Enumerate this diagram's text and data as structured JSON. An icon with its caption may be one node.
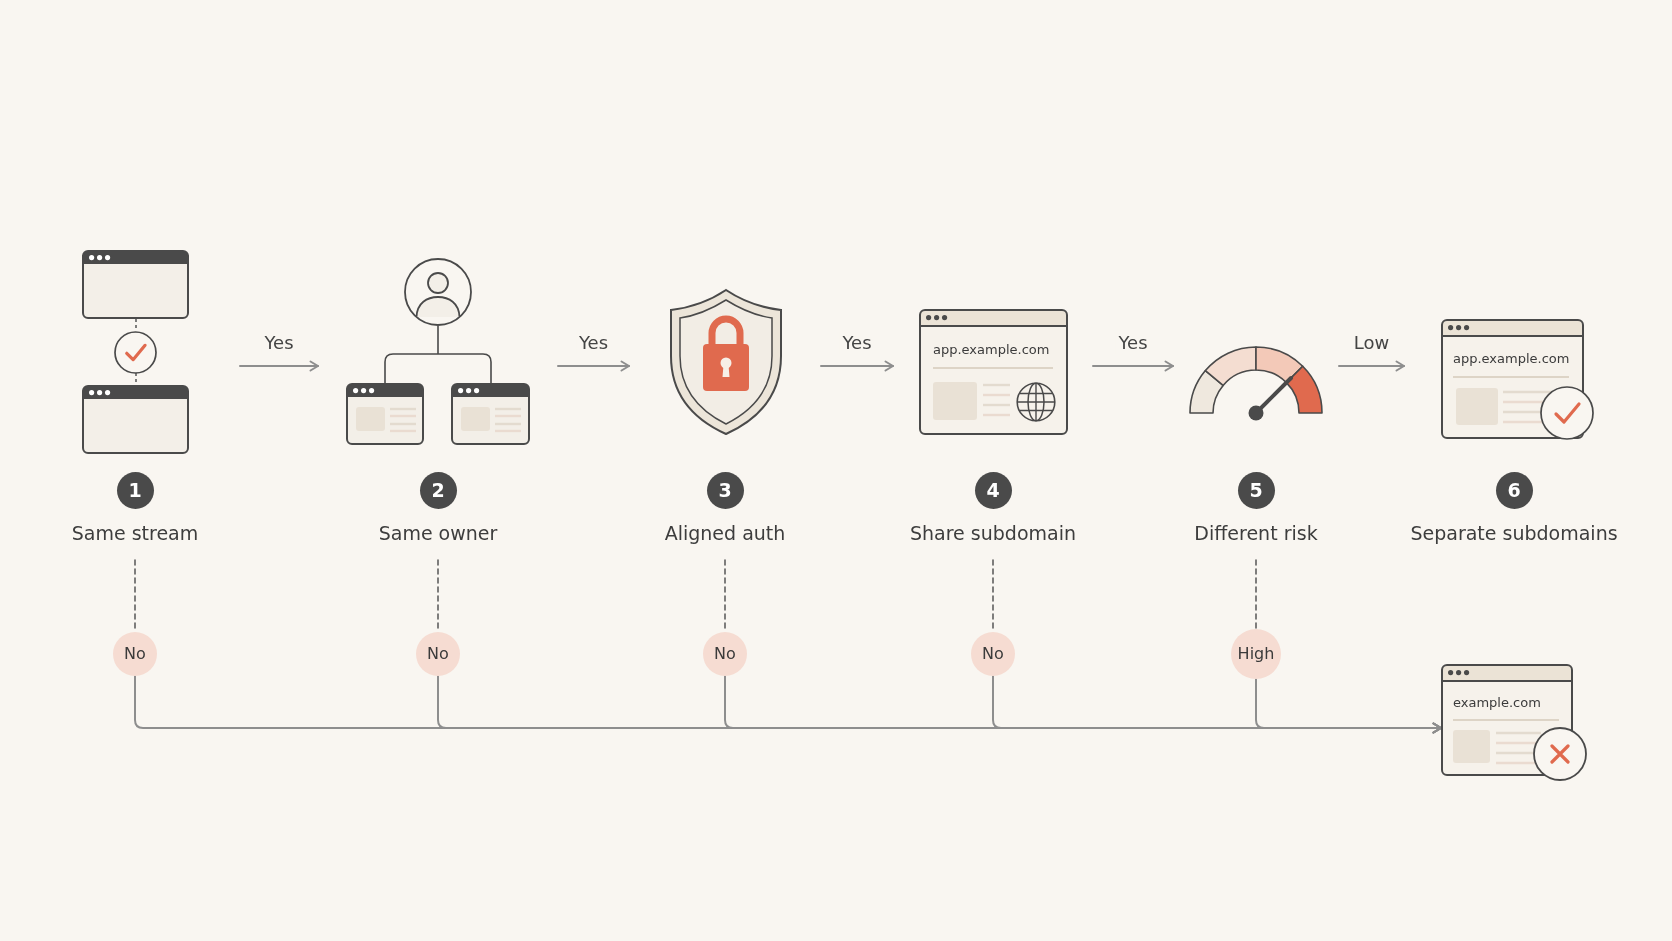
{
  "diagram": {
    "nodes": [
      {
        "text": [
          "1",
          "Same stream"
        ]
      },
      {
        "text": [
          "2",
          "Same owner"
        ]
      },
      {
        "text": [
          "3",
          "Aligned auth"
        ]
      },
      {
        "text": [
          "app.example.com",
          "4",
          "Share subdomain"
        ]
      },
      {
        "text": [
          "5",
          "Different risk"
        ]
      },
      {
        "text": [
          "app.example.com",
          "6",
          "Separate subdomains"
        ]
      },
      {
        "text": [
          "No"
        ]
      },
      {
        "text": [
          "No"
        ]
      },
      {
        "text": [
          "No"
        ]
      },
      {
        "text": [
          "No"
        ]
      },
      {
        "text": [
          "High"
        ]
      },
      {
        "text": [
          "example.com"
        ]
      }
    ],
    "edges": [
      {
        "from": 0,
        "to": 1,
        "arrow": "to",
        "label": "Yes"
      },
      {
        "from": 1,
        "to": 2,
        "arrow": "to",
        "label": "Yes"
      },
      {
        "from": 2,
        "to": 3,
        "arrow": "to",
        "label": "Yes"
      },
      {
        "from": 3,
        "to": 4,
        "arrow": "to",
        "label": "Yes"
      },
      {
        "from": 4,
        "to": 5,
        "arrow": "to",
        "label": "Low"
      },
      {
        "from": 0,
        "to": 6,
        "arrow": "none",
        "style": "dashed"
      },
      {
        "from": 1,
        "to": 7,
        "arrow": "none",
        "style": "dashed"
      },
      {
        "from": 2,
        "to": 8,
        "arrow": "none",
        "style": "dashed"
      },
      {
        "from": 3,
        "to": 9,
        "arrow": "none",
        "style": "dashed"
      },
      {
        "from": 4,
        "to": 10,
        "arrow": "none",
        "style": "dashed"
      },
      {
        "from": 6,
        "to": 11,
        "arrow": "to"
      },
      {
        "from": 7,
        "to": 11,
        "arrow": "to"
      },
      {
        "from": 8,
        "to": 11,
        "arrow": "to"
      },
      {
        "from": 9,
        "to": 11,
        "arrow": "to"
      },
      {
        "from": 10,
        "to": 11,
        "arrow": "to"
      }
    ]
  }
}
